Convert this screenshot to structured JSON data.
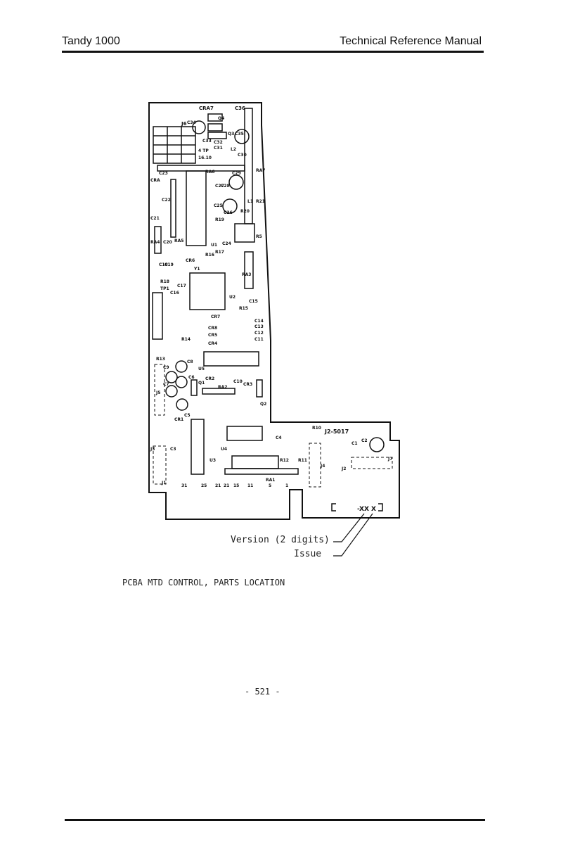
{
  "header": {
    "left": "Tandy 1000",
    "right": "Technical Reference Manual"
  },
  "diagram": {
    "labels": {
      "cra7": "CRA7",
      "c36": "C36",
      "j6": "J6",
      "c34": "C34",
      "q4": "Q4",
      "q3": "Q3",
      "c35": "C35",
      "c33": "C33",
      "tp4": "4 TP",
      "c32": "C32",
      "c31": "C31",
      "l2": "L2",
      "c30": "C30",
      "pins_16_10": "16.10",
      "ra7": "RA7",
      "c23": "C23",
      "ra6": "RA6",
      "c29": "C29",
      "cra": "CRA",
      "c27": "C27",
      "c28": "C28",
      "c22": "C22",
      "l1": "L1",
      "r21": "R21",
      "c25": "C25",
      "c26": "C26",
      "r20": "R20",
      "c21": "C21",
      "r19": "R19",
      "r5": "R5",
      "ra5": "RA5",
      "c20": "C20",
      "ra4": "RA4",
      "c24": "C24",
      "u1": "U1",
      "r16": "R16",
      "r17": "R17",
      "cr6": "CR6",
      "c18": "C18",
      "c19": "C19",
      "y1": "Y1",
      "ra3": "RA3",
      "r18": "R18",
      "c17": "C17",
      "tp1": "TP1",
      "c16": "C16",
      "u2": "U2",
      "c15": "C15",
      "r15": "R15",
      "cr7": "CR7",
      "c14": "C14",
      "cr8": "CR8",
      "c13": "C13",
      "cr5": "CR5",
      "c12": "C12",
      "cr4": "CR4",
      "c11": "C11",
      "r14": "R14",
      "r13": "R13",
      "c8": "C8",
      "c9": "C9",
      "u5": "U5",
      "c6": "C6",
      "c7": "C7",
      "cr2": "CR2",
      "c10": "C10",
      "cr3": "CR3",
      "q1": "Q1",
      "ra2": "RA2",
      "j5": "J5",
      "c5": "C5",
      "cr1": "CR1",
      "q2": "Q2",
      "r10": "R10",
      "part_no": "J2-5017",
      "c4": "C4",
      "c1": "C1",
      "c2": "C2",
      "j7": "J7",
      "j3": "J3",
      "c3": "C3",
      "u4": "U4",
      "u3": "U3",
      "r12": "R12",
      "r11": "R11",
      "j4": "J4",
      "j2": "J2",
      "ra1": "RA1",
      "j1": "J1"
    },
    "pin_numbers": [
      "31",
      "25",
      "21",
      "21",
      "15",
      "11",
      "5",
      "1"
    ],
    "version_marking": "-XX X",
    "annotation_version": "Version (2 digits)",
    "annotation_issue": "Issue"
  },
  "caption": "PCBA MTD CONTROL, PARTS LOCATION",
  "page_number": "- 521 -"
}
